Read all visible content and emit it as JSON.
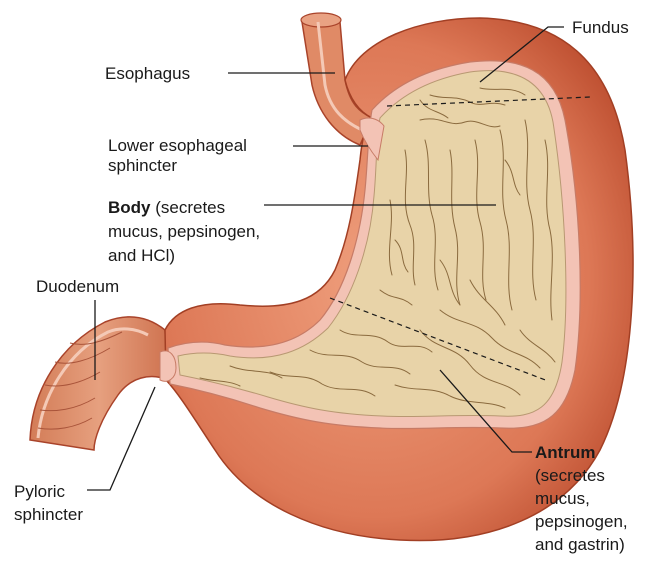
{
  "labels": {
    "fundus": "Fundus",
    "esophagus": "Esophagus",
    "les_line1": "Lower esophageal",
    "les_line2": "sphincter",
    "body_bold": "Body",
    "body_line1_rest": " (secretes",
    "body_line2": "mucus, pepsinogen,",
    "body_line3": "and HCl)",
    "duodenum": "Duodenum",
    "antrum_bold": "Antrum",
    "antrum_line2": "(secretes",
    "antrum_line3": "mucus,",
    "antrum_line4": "pepsinogen,",
    "antrum_line5": "and gastrin)",
    "pyloric_line1": "Pyloric",
    "pyloric_line2": "sphincter"
  },
  "colors": {
    "outer_wall": "#d9704f",
    "outer_wall_dark": "#b8482a",
    "wall_highlight": "#ea9a76",
    "mucosa_pink": "#f3c3b5",
    "lumen": "#e9d4ab",
    "rugae": "#8a6a3e",
    "duodenum_inner": "#d98f6c"
  }
}
